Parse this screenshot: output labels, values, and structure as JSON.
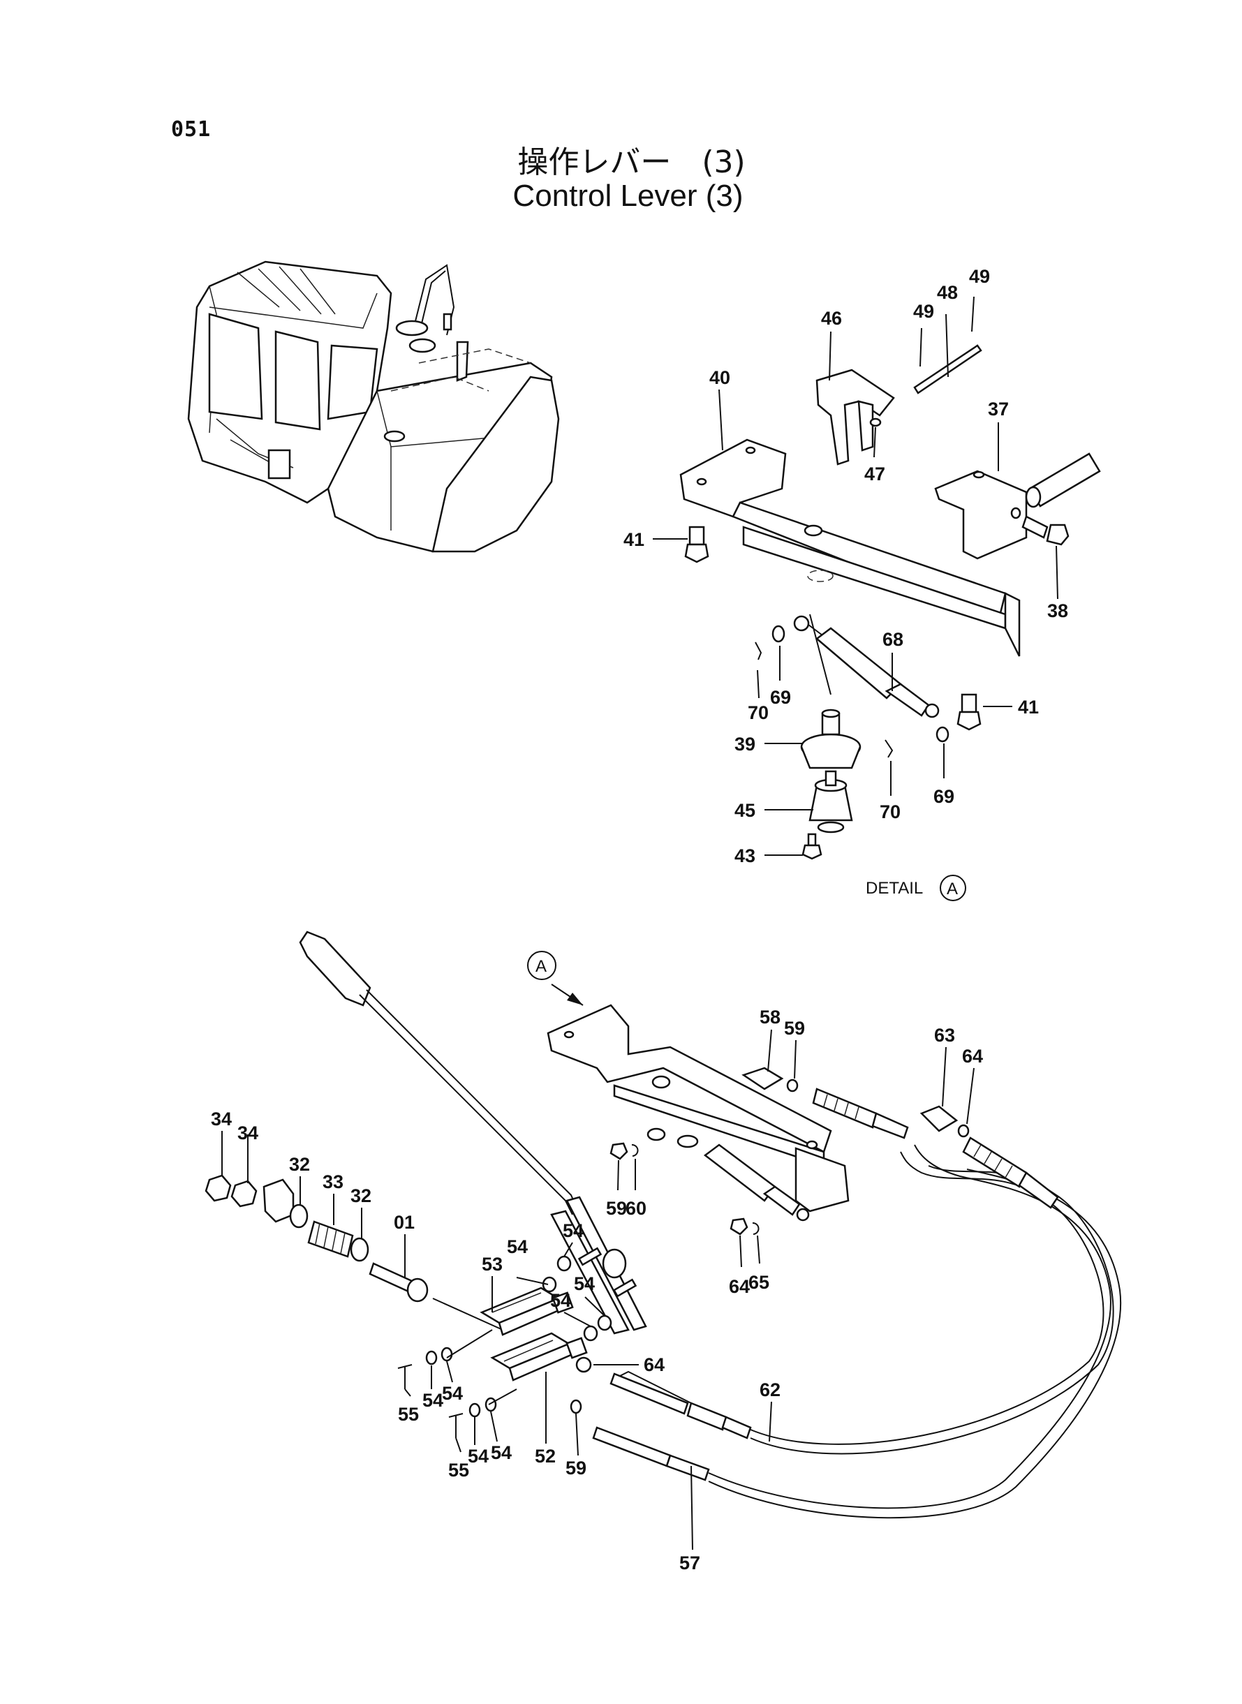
{
  "page_number": "051",
  "title_jp": "操作レバー　(3)",
  "title_en": "Control Lever (3)",
  "detail_label": "DETAIL",
  "detail_marker": "A",
  "callout_marker": "A",
  "labels": {
    "p49a": "49",
    "p49b": "49",
    "p48": "48",
    "p46": "46",
    "p40": "40",
    "p37": "37",
    "p47": "47",
    "p41a": "41",
    "p38": "38",
    "p68": "68",
    "p70a": "70",
    "p69a": "69",
    "p41b": "41",
    "p39": "39",
    "p45": "45",
    "p43": "43",
    "p70b": "70",
    "p69b": "69",
    "p58": "58",
    "p59a": "59",
    "p63": "63",
    "p64a": "64",
    "p34a": "34",
    "p34b": "34",
    "p32a": "32",
    "p33": "33",
    "p32b": "32",
    "p01": "01",
    "p59b": "59",
    "p60": "60",
    "p64b": "64",
    "p65": "65",
    "p53": "53",
    "p54a": "54",
    "p54b": "54",
    "p54c": "54",
    "p54d": "54",
    "p64c": "64",
    "p62": "62",
    "p55a": "55",
    "p54e": "54",
    "p54f": "54",
    "p52": "52",
    "p59c": "59",
    "p55b": "55",
    "p54g": "54",
    "p54h": "54",
    "p57": "57"
  }
}
